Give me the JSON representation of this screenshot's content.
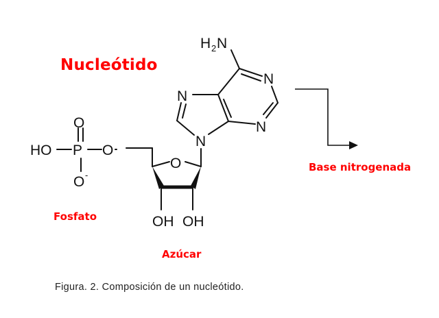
{
  "title": "Nucleótido",
  "labels": {
    "fosfato": "Fosfato",
    "azucar": "Azúcar",
    "base": "Base nitrogenada"
  },
  "caption": "Figura. 2. Composición de un nucleótido.",
  "colors": {
    "label_red": "#ff0000",
    "structure": "#111111",
    "caption": "#222222"
  },
  "structure": {
    "phosphate": {
      "ho": "HO",
      "p": "P",
      "o_top": "O",
      "o_right": "O",
      "o_bottom": "O",
      "charge": "-"
    },
    "sugar": {
      "ring_o": "O",
      "oh_left": "OH",
      "oh_right": "OH"
    },
    "base": {
      "amine_h": "H",
      "amine_sub": "2",
      "amine_n": "N",
      "n1": "N",
      "n3": "N",
      "n7": "N",
      "n9": "N"
    }
  },
  "arrow": {
    "icon": "elbow-arrow-right"
  }
}
